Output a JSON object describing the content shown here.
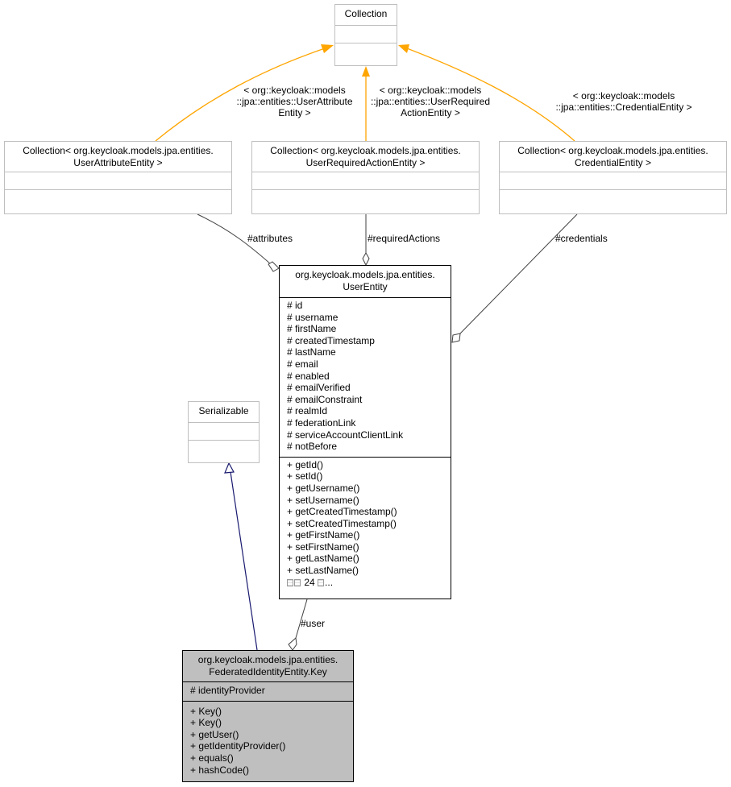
{
  "nodes": {
    "collection": {
      "title": "Collection",
      "attributes": [],
      "methods": []
    },
    "coll_user_attribute": {
      "title_lines": [
        "Collection< org.keycloak.models.jpa.entities.",
        "UserAttributeEntity >"
      ]
    },
    "coll_required_action": {
      "title_lines": [
        "Collection< org.keycloak.models.jpa.entities.",
        "UserRequiredActionEntity >"
      ]
    },
    "coll_credential": {
      "title_lines": [
        "Collection< org.keycloak.models.jpa.entities.",
        "CredentialEntity >"
      ]
    },
    "serializable": {
      "title": "Serializable"
    },
    "user_entity": {
      "title_lines": [
        "org.keycloak.models.jpa.entities.",
        "UserEntity"
      ],
      "attributes": [
        "# id",
        "# username",
        "# firstName",
        "# createdTimestamp",
        "# lastName",
        "# email",
        "# enabled",
        "# emailVerified",
        "# emailConstraint",
        "# realmId",
        "# federationLink",
        "# serviceAccountClientLink",
        "# notBefore"
      ],
      "methods": [
        "+ getId()",
        "+ setId()",
        "+ getUsername()",
        "+ setUsername()",
        "+ getCreatedTimestamp()",
        "+ setCreatedTimestamp()",
        "+ getFirstName()",
        "+ setFirstName()",
        "+ getLastName()",
        "+ setLastName()"
      ],
      "more_count": "24",
      "more_suffix": "..."
    },
    "key": {
      "title_lines": [
        "org.keycloak.models.jpa.entities.",
        "FederatedIdentityEntity.Key"
      ],
      "attributes": [
        "# identityProvider"
      ],
      "methods": [
        "+ Key()",
        "+ Key()",
        "+ getUser()",
        "+ getIdentityProvider()",
        "+ equals()",
        "+ hashCode()"
      ]
    }
  },
  "edge_labels": {
    "template_user_attribute": [
      "< org::keycloak::models",
      "::jpa::entities::UserAttribute",
      "Entity >"
    ],
    "template_required_action": [
      "< org::keycloak::models",
      "::jpa::entities::UserRequired",
      "ActionEntity >"
    ],
    "template_credential": [
      "< org::keycloak::models",
      "::jpa::entities::CredentialEntity >"
    ],
    "attributes": "#attributes",
    "required_actions": "#requiredActions",
    "credentials": "#credentials",
    "user": "#user"
  },
  "colors": {
    "template_edge": "#ffa500",
    "inherit_edge": "#191970",
    "usage_edge": "#404040",
    "focus_fill": "#bfbfbf",
    "gray_border": "#bfbfbf"
  }
}
